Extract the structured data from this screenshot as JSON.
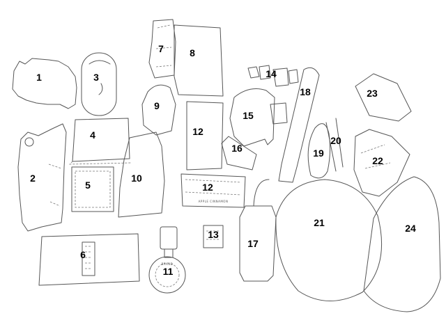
{
  "labels": [
    {
      "id": "1",
      "text": "1"
    },
    {
      "id": "2",
      "text": "2"
    },
    {
      "id": "3",
      "text": "3"
    },
    {
      "id": "4",
      "text": "4"
    },
    {
      "id": "5",
      "text": "5"
    },
    {
      "id": "6",
      "text": "6"
    },
    {
      "id": "7",
      "text": "7"
    },
    {
      "id": "8",
      "text": "8"
    },
    {
      "id": "9",
      "text": "9"
    },
    {
      "id": "10",
      "text": "10"
    },
    {
      "id": "11",
      "text": "11"
    },
    {
      "id": "12a",
      "text": "12"
    },
    {
      "id": "12b",
      "text": "12"
    },
    {
      "id": "13",
      "text": "13"
    },
    {
      "id": "14",
      "text": "14"
    },
    {
      "id": "15",
      "text": "15"
    },
    {
      "id": "16",
      "text": "16"
    },
    {
      "id": "17",
      "text": "17"
    },
    {
      "id": "18",
      "text": "18"
    },
    {
      "id": "19",
      "text": "19"
    },
    {
      "id": "20",
      "text": "20"
    },
    {
      "id": "21",
      "text": "21"
    },
    {
      "id": "22",
      "text": "22"
    },
    {
      "id": "23",
      "text": "23"
    },
    {
      "id": "24",
      "text": "24"
    }
  ],
  "item_text": {
    "package_12_caption": "APPLE CINNAMON",
    "ball_11_text": "BRAND"
  }
}
